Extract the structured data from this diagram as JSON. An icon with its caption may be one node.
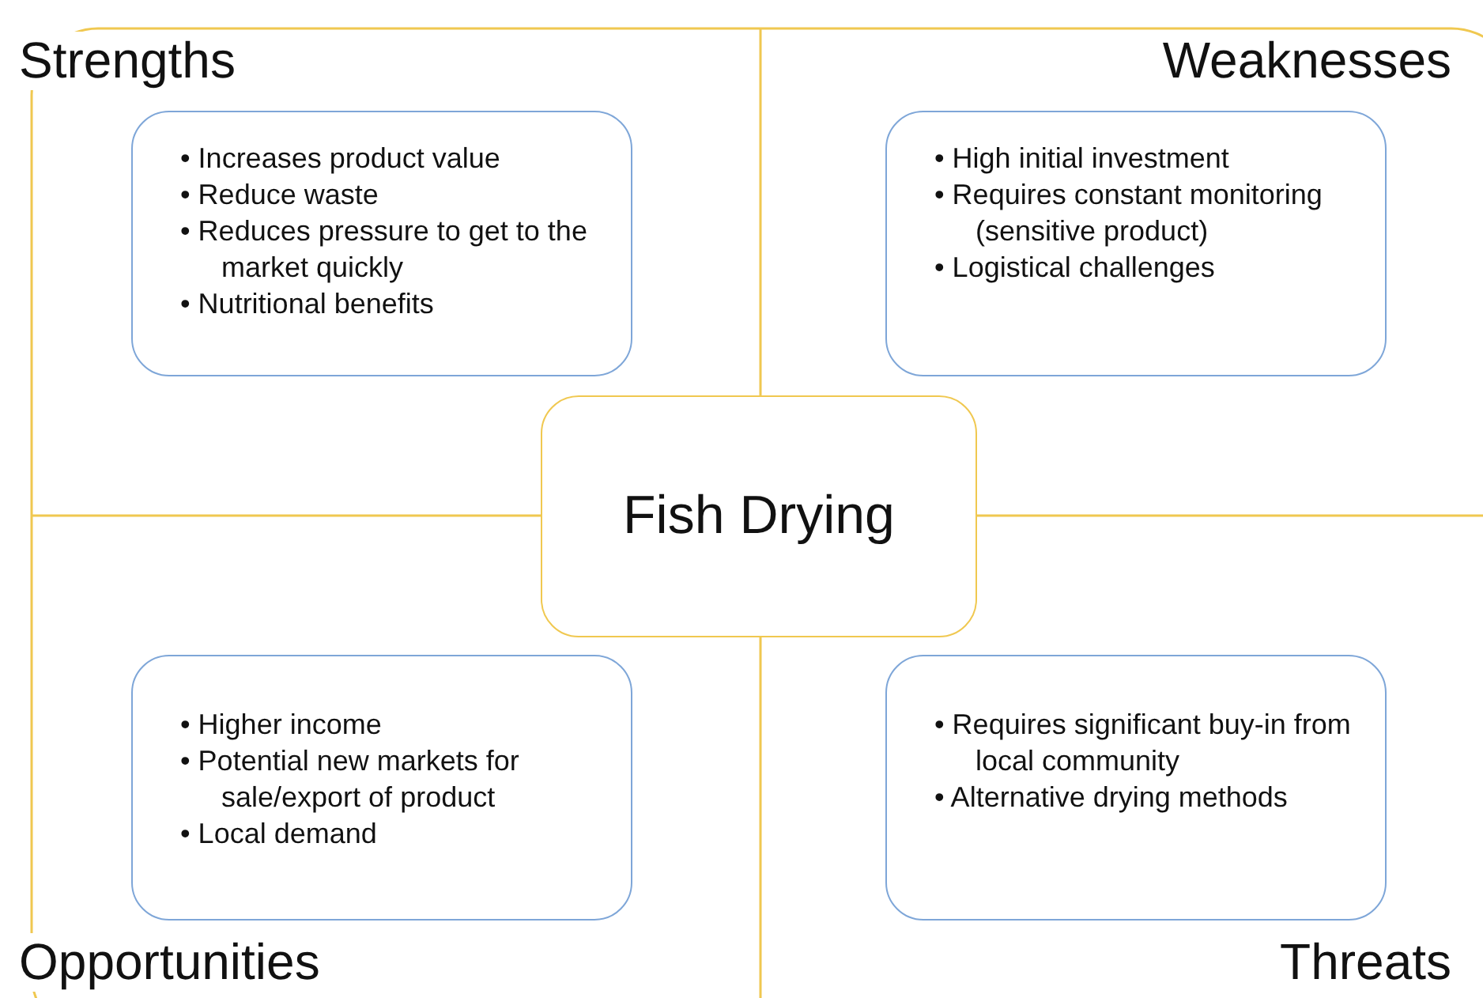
{
  "diagram": {
    "nodes": [
      {
        "text": [
          "• Increases product value",
          "• Reduce waste",
          "• Reduces pressure to get to the market quickly",
          "• Nutritional benefits"
        ]
      },
      {
        "text": [
          "• High initial investment",
          "• Requires constant monitoring (sensitive product)",
          "• Logistical challenges"
        ]
      },
      {
        "text": [
          "Fish Drying"
        ]
      },
      {
        "text": [
          "• Higher income",
          "• Potential new markets for sale/export of product",
          "• Local demand"
        ]
      },
      {
        "text": [
          "• Requires significant buy-in from local community",
          "• Alternative drying methods"
        ]
      }
    ],
    "labels": [
      "Strengths",
      "Weaknesses",
      "Opportunities",
      "Threats"
    ]
  }
}
